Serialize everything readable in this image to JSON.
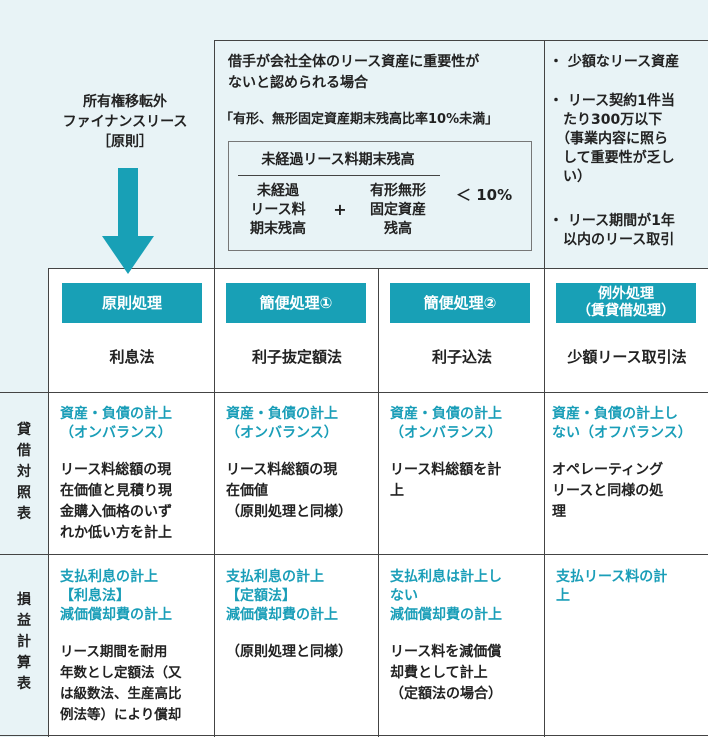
{
  "top_left": {
    "title": "所有権移転外\nファイナンスリース\n［原則］"
  },
  "condition": {
    "line1": "借手が会社全体のリース資産に重要性が\nないと認められる場合",
    "ratio_text": "「有形、無形固定資産期末残高比率10%未満」",
    "fraction_top": "未経過リース料期末残高",
    "term_a": "未経過\nリース料\n期末残高",
    "plus": "+",
    "term_b": "有形無形\n固定資産\n残高",
    "less_than": "＜ 10%"
  },
  "small_lease_conditions": [
    "・ 少額なリース資産",
    "・ リース契約1件当\n　たり300万以下\n　（事業内容に照ら\n　して重要性が乏し\n　い）",
    "・ リース期間が1年\n　以内のリース取引"
  ],
  "columns": [
    {
      "badge": "原則処理",
      "method": "利息法"
    },
    {
      "badge": "簡便処理①",
      "method": "利子抜定額法"
    },
    {
      "badge": "簡便処理②",
      "method": "利子込法"
    },
    {
      "badge": "例外処理\n（賃貸借処理）",
      "method": "少額リース取引法"
    }
  ],
  "rows": [
    {
      "label": "貸\n借\n対\n照\n表",
      "cells": [
        {
          "heading": "資産・負債の計上\n（オンバランス）",
          "body": "リース料総額の現\n在価値と見積り現\n金購入価格のいず\nれか低い方を計上"
        },
        {
          "heading": "資産・負債の計上\n（オンバランス）",
          "body": "リース料総額の現\n在価値\n（原則処理と同様）"
        },
        {
          "heading": "資産・負債の計上\n（オンバランス）",
          "body": "リース料総額を計\n上"
        },
        {
          "heading": "資産・負債の計上し\nない（オフバランス）",
          "body": "オペレーティング\nリースと同様の処\n理"
        }
      ]
    },
    {
      "label": "損\n益\n計\n算\n表",
      "cells": [
        {
          "heading": "支払利息の計上\n【利息法】\n減価償却費の計上",
          "body": "リース期間を耐用\n年数とし定額法（又\nは級数法、生産高比\n例法等）により償却"
        },
        {
          "heading": "支払利息の計上\n【定額法】\n減価償却費の計上",
          "body": "（原則処理と同様）"
        },
        {
          "heading": "支払利息は計上し\nない\n減価償却費の計上",
          "body": "リース料を減価償\n却費として計上\n（定額法の場合）"
        },
        {
          "heading": "支払リース料の計\n上",
          "body": ""
        }
      ]
    }
  ],
  "colors": {
    "teal": "#18a0b6",
    "light_blue_bg": "#e8f3f6",
    "heading_text": "#1a9eb8"
  }
}
